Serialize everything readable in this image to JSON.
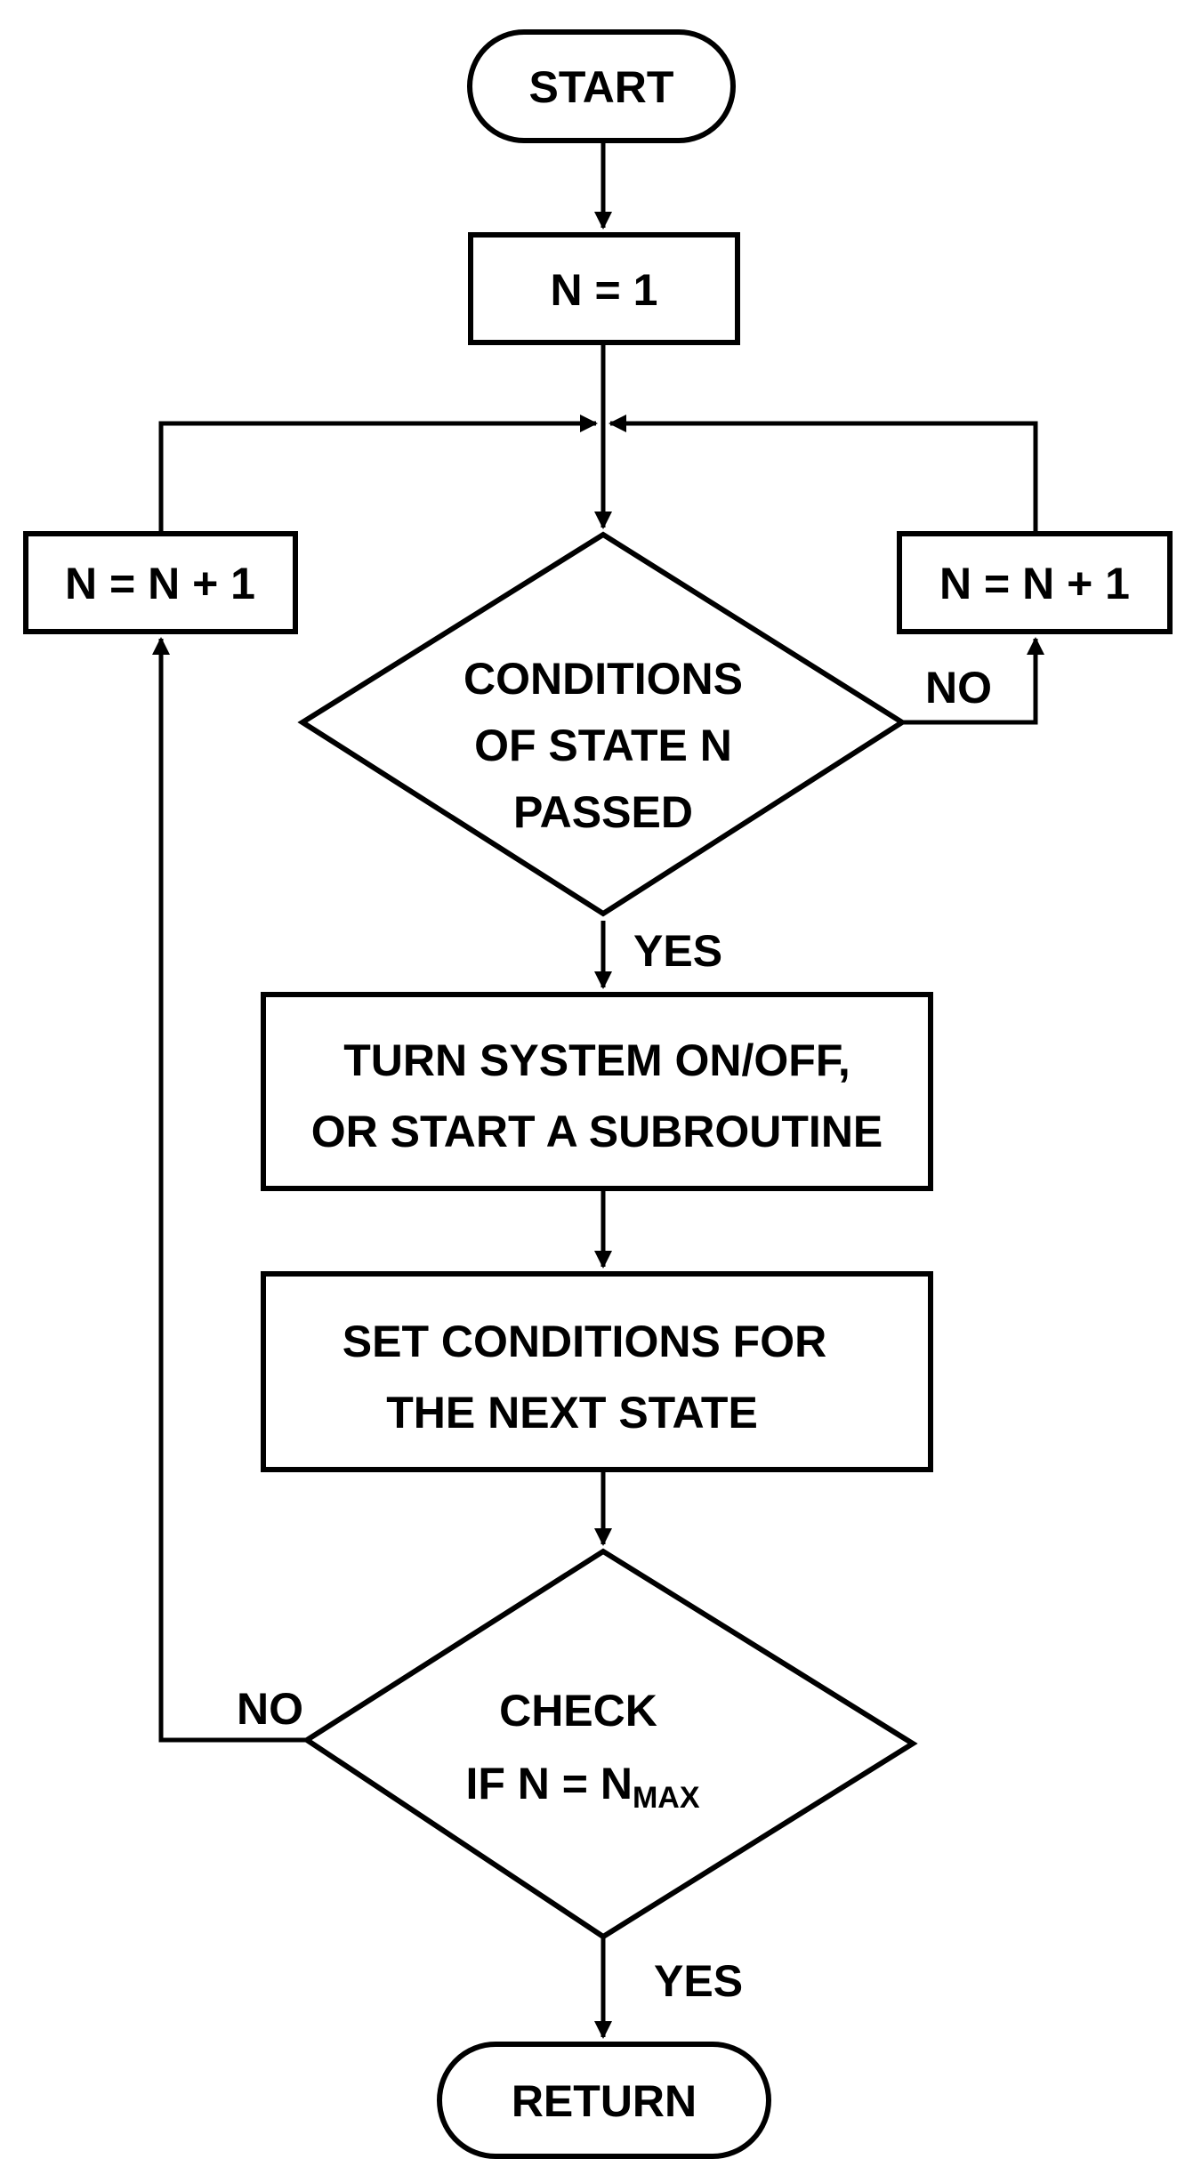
{
  "nodes": {
    "start": "START",
    "init": "N = 1",
    "increment_left": "N = N + 1",
    "increment_right": "N = N + 1",
    "decision_state": [
      "CONDITIONS",
      "OF STATE N",
      "PASSED"
    ],
    "action": [
      "TURN SYSTEM ON/OFF,",
      "OR START A SUBROUTINE"
    ],
    "set_conditions": [
      "SET CONDITIONS FOR",
      "THE NEXT STATE"
    ],
    "decision_max": {
      "line1": "CHECK",
      "line2_prefix": "IF N = N",
      "line2_subscript": "MAX"
    },
    "return": "RETURN"
  },
  "edge_labels": {
    "state_no": "NO",
    "state_yes": "YES",
    "max_no": "NO",
    "max_yes": "YES"
  }
}
